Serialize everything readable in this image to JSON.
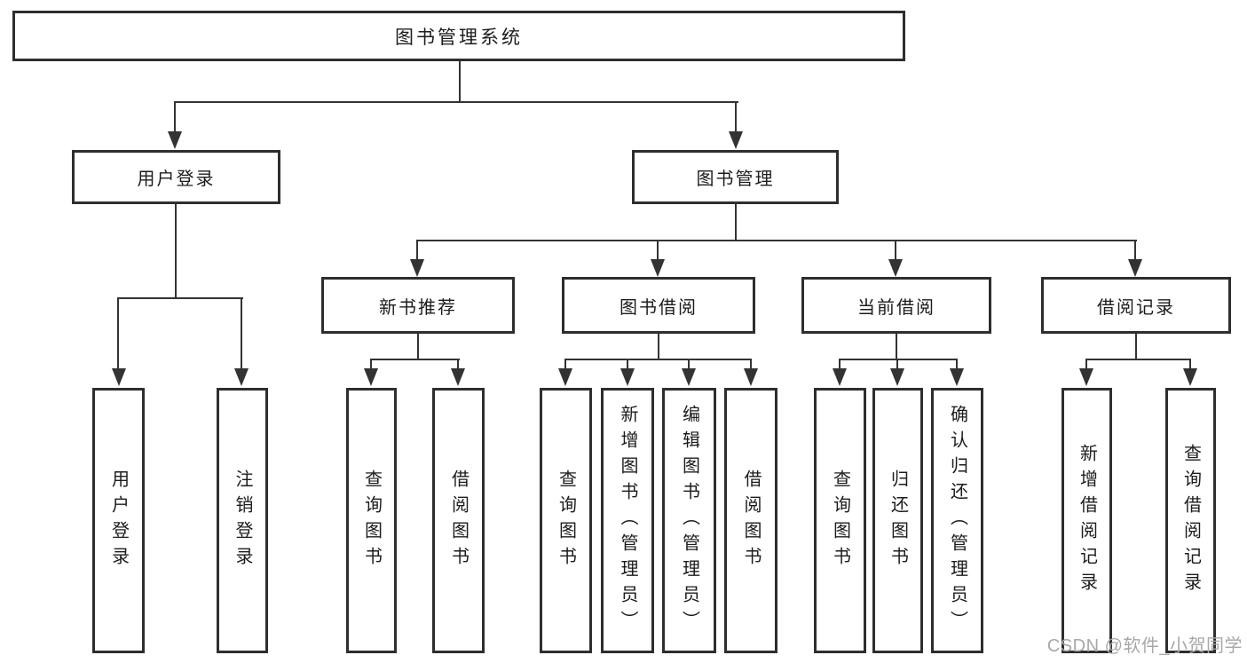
{
  "diagram": {
    "root": {
      "label": "图书管理系统"
    },
    "branches": [
      {
        "label": "用户登录",
        "children": [
          {
            "label": "用户登录"
          },
          {
            "label": "注销登录"
          }
        ]
      },
      {
        "label": "图书管理",
        "children": [
          {
            "label": "新书推荐",
            "children": [
              {
                "label": "查询图书"
              },
              {
                "label": "借阅图书"
              }
            ]
          },
          {
            "label": "图书借阅",
            "children": [
              {
                "label": "查询图书"
              },
              {
                "label": "新增图书（管理员）"
              },
              {
                "label": "编辑图书（管理员）"
              },
              {
                "label": "借阅图书"
              }
            ]
          },
          {
            "label": "当前借阅",
            "children": [
              {
                "label": "查询图书"
              },
              {
                "label": "归还图书"
              },
              {
                "label": "确认归还（管理员）"
              }
            ]
          },
          {
            "label": "借阅记录",
            "children": [
              {
                "label": "新增借阅记录"
              },
              {
                "label": "查询借阅记录"
              }
            ]
          }
        ]
      }
    ]
  },
  "watermark": {
    "text": "CSDN @软件_小贺同学"
  },
  "colors": {
    "background": "#ffffff",
    "line": "#333333",
    "box_border": "#2e2e2e",
    "text": "#1c1c1c",
    "watermark": "#a8a8a8"
  }
}
